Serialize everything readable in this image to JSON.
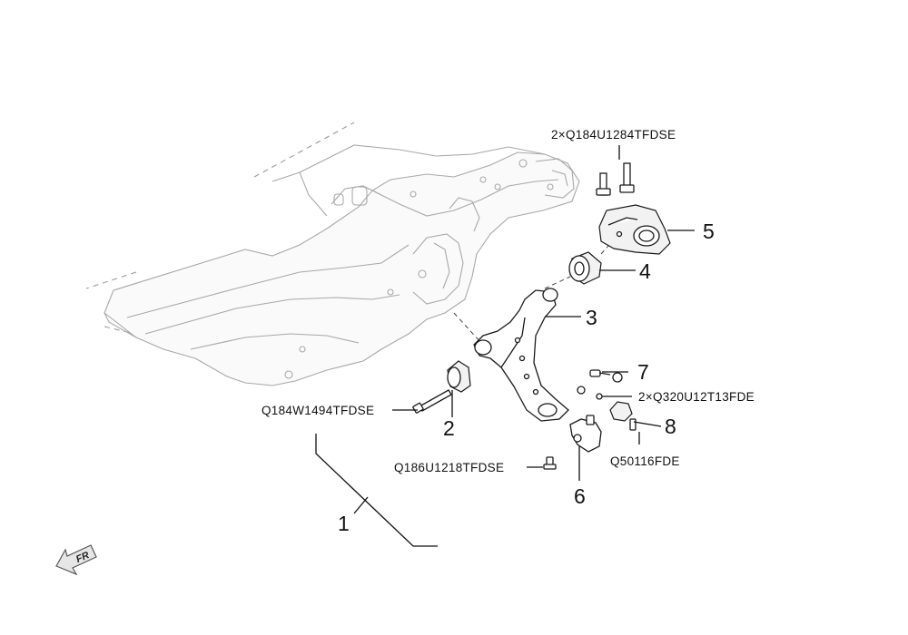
{
  "diagram": {
    "part_numbers": [
      "1",
      "2",
      "3",
      "4",
      "5",
      "6",
      "7",
      "8"
    ],
    "codes": {
      "top_bolts": "2×Q184U1284TFDSE",
      "long_bolt": "Q184W1494TFDSE",
      "small_bolt": "Q186U1218TFDSE",
      "nuts_7": "2×Q320U12T13FDE",
      "nut_8": "Q50116FDE"
    },
    "direction_indicator": {
      "icon": "front-direction-arrow-icon",
      "label": "FR"
    }
  }
}
